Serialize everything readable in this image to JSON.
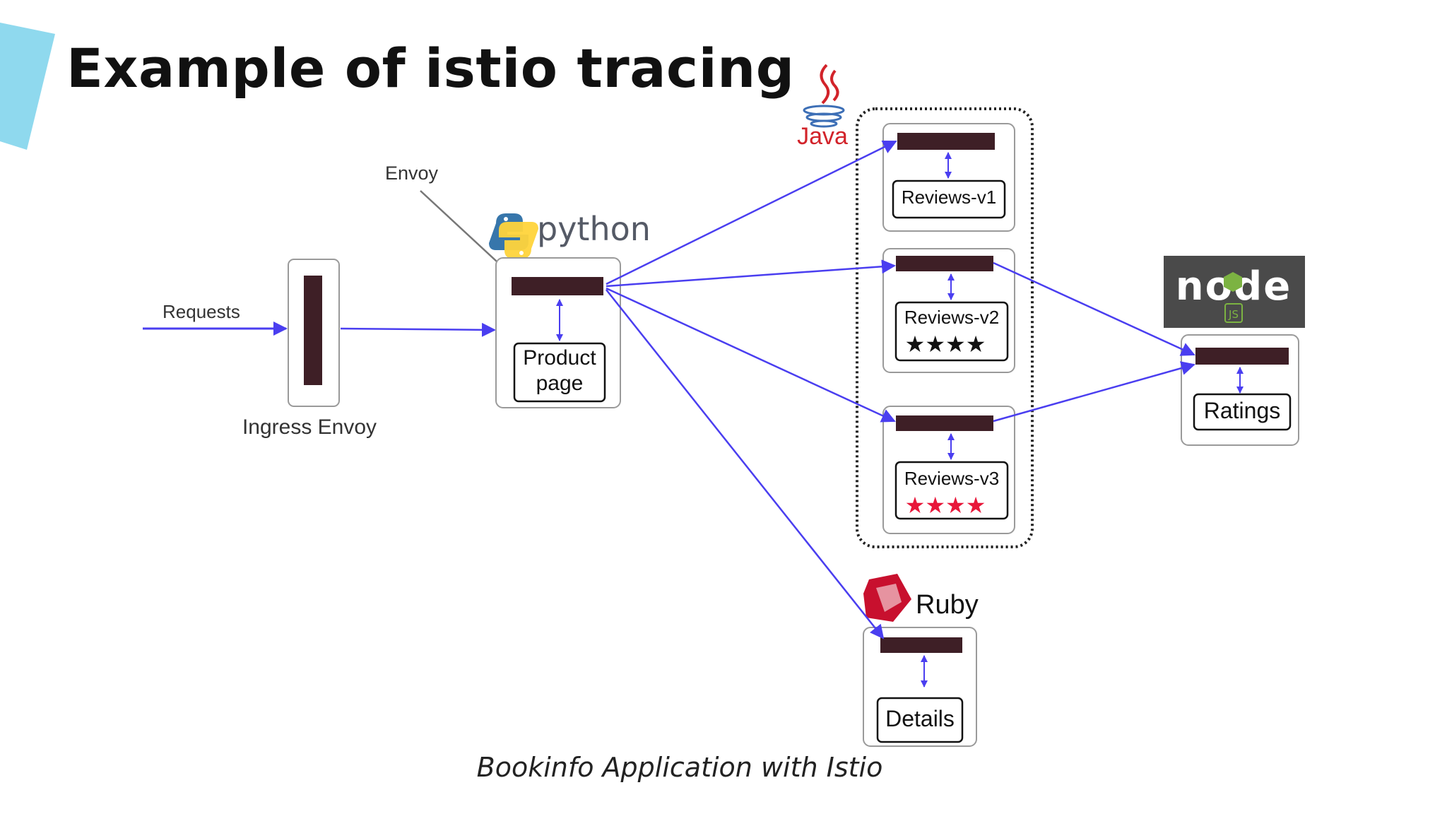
{
  "slide": {
    "title": "Example of istio tracing",
    "caption": "Bookinfo Application with Istio",
    "accent_color": "#8fd9ee"
  },
  "diagram": {
    "labels": {
      "requests": "Requests",
      "ingress": "Ingress Envoy",
      "envoy": "Envoy"
    },
    "logos": {
      "python": "python",
      "java": "Java",
      "ruby": "Ruby",
      "node": "node",
      "node_badge": "JS"
    },
    "services": {
      "productpage": [
        "Product",
        "page"
      ],
      "reviews_v1": "Reviews-v1",
      "reviews_v2": "Reviews-v2",
      "reviews_v2_stars": "★★★★",
      "reviews_v3": "Reviews-v3",
      "reviews_v3_stars": "★★★★",
      "ratings": "Ratings",
      "details": "Details"
    },
    "colors": {
      "arrow": "#4a3ef0",
      "envoy_bar": "#3e1f26",
      "black_stars": "#111111",
      "red_stars": "#e8173a",
      "java_red": "#d2232a",
      "ruby_red": "#c8102e",
      "node_bg": "#4a4a4a",
      "node_green": "#7cb342"
    }
  }
}
